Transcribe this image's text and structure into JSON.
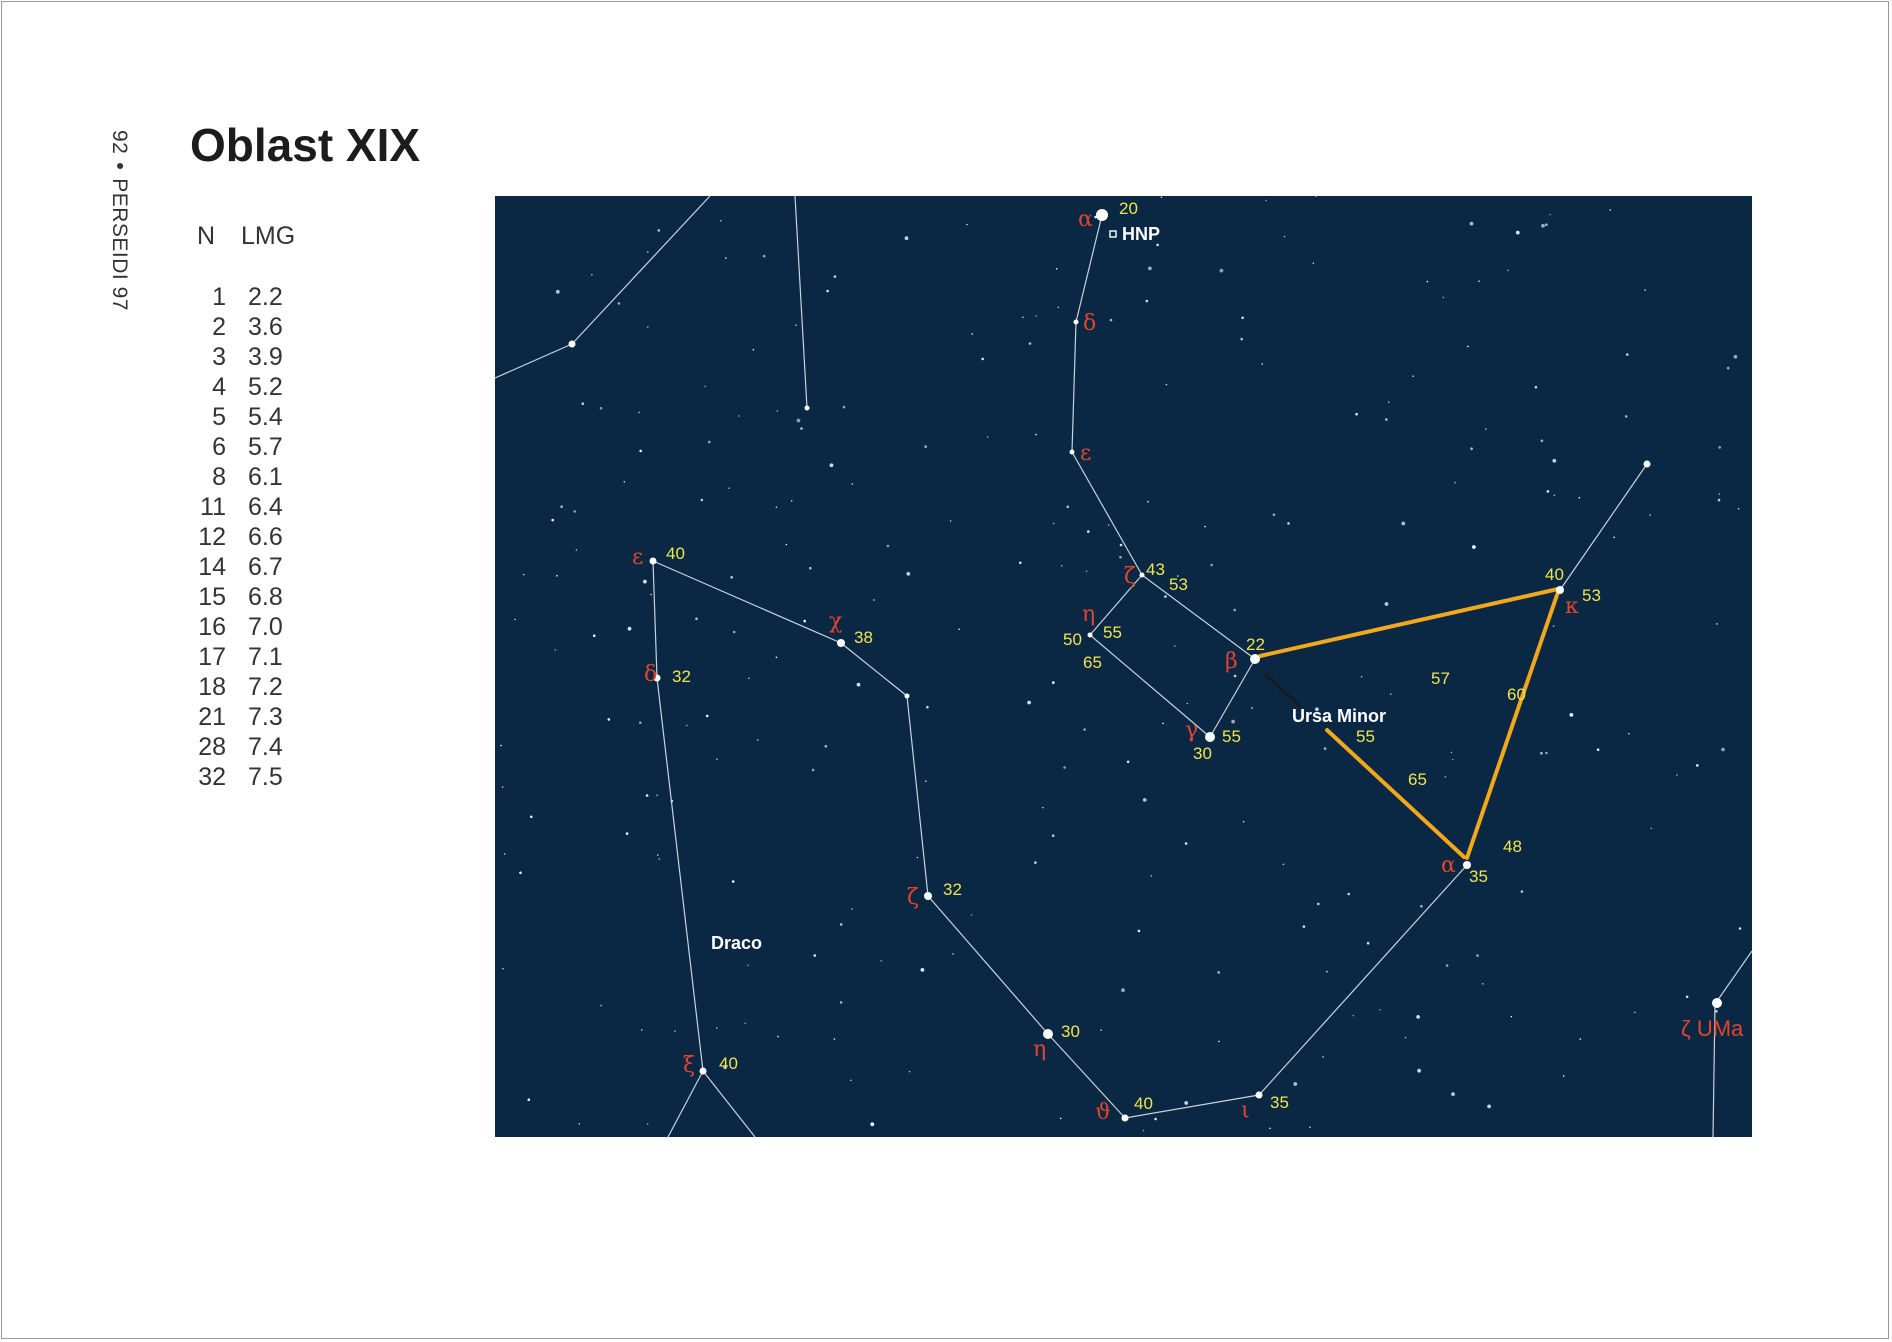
{
  "running_head": {
    "page": "92",
    "separator": "•",
    "book": "PERSEIDI 97"
  },
  "title": "Oblast XIX",
  "lmg_table": {
    "headers": [
      "N",
      "LMG"
    ],
    "rows": [
      [
        "1",
        "2.2"
      ],
      [
        "2",
        "3.6"
      ],
      [
        "3",
        "3.9"
      ],
      [
        "4",
        "5.2"
      ],
      [
        "5",
        "5.4"
      ],
      [
        "6",
        "5.7"
      ],
      [
        "8",
        "6.1"
      ],
      [
        "11",
        "6.4"
      ],
      [
        "12",
        "6.6"
      ],
      [
        "14",
        "6.7"
      ],
      [
        "15",
        "6.8"
      ],
      [
        "16",
        "7.0"
      ],
      [
        "17",
        "7.1"
      ],
      [
        "18",
        "7.2"
      ],
      [
        "21",
        "7.3"
      ],
      [
        "28",
        "7.4"
      ],
      [
        "32",
        "7.5"
      ]
    ]
  },
  "map": {
    "colors": {
      "sky": "#0a2744",
      "lines": "#c9d3dc",
      "highlight": "#f2a81d",
      "greek": "#e3452c",
      "numbers": "#f0e64c",
      "names": "#ffffff"
    },
    "constellations": [
      "Draco",
      "Ursa Minor"
    ],
    "pole_marker": "HNP",
    "reference_label": "ζ UMa",
    "greek_labels": [
      "α",
      "δ",
      "ε",
      "ζ",
      "η",
      "β",
      "γ",
      "κ",
      "α",
      "ε",
      "χ",
      "δ",
      "ζ",
      "η",
      "ϑ",
      "ι",
      "ξ"
    ],
    "magnitude_labels": [
      "20",
      "43",
      "53",
      "55",
      "50",
      "65",
      "22",
      "55",
      "30",
      "40",
      "53",
      "57",
      "60",
      "55",
      "65",
      "48",
      "35",
      "40",
      "38",
      "32",
      "32",
      "30",
      "40",
      "35",
      "40"
    ]
  }
}
